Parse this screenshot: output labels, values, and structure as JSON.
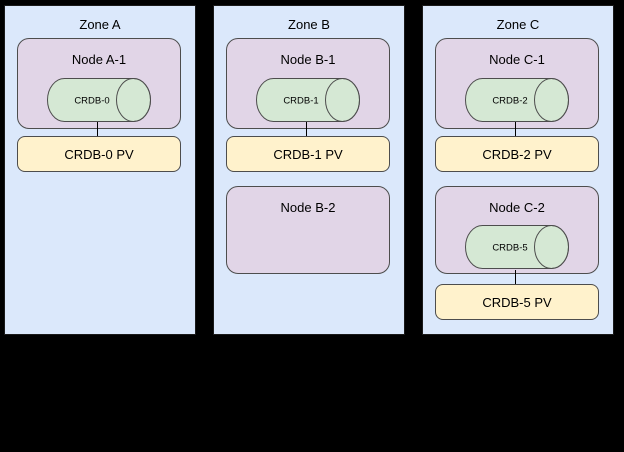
{
  "zones": [
    {
      "title": "Zone A",
      "nodes": [
        {
          "label": "Node A-1",
          "cylinder": "CRDB-0",
          "pv": "CRDB-0 PV"
        }
      ]
    },
    {
      "title": "Zone B",
      "nodes": [
        {
          "label": "Node B-1",
          "cylinder": "CRDB-1",
          "pv": "CRDB-1 PV"
        },
        {
          "label": "Node B-2"
        }
      ]
    },
    {
      "title": "Zone C",
      "nodes": [
        {
          "label": "Node C-1",
          "cylinder": "CRDB-2",
          "pv": "CRDB-2 PV"
        },
        {
          "label": "Node C-2",
          "cylinder": "CRDB-5",
          "pv": "CRDB-5 PV"
        }
      ]
    }
  ],
  "colors": {
    "background": "#000000",
    "zone_fill": "#dbe8fb",
    "node_fill": "#e1d5e7",
    "cylinder_fill": "#d5e8d4",
    "pv_fill": "#fff2cc",
    "stroke": "#4d4d4d",
    "zone_stroke": "#1a1a1a",
    "text": "#000000"
  }
}
